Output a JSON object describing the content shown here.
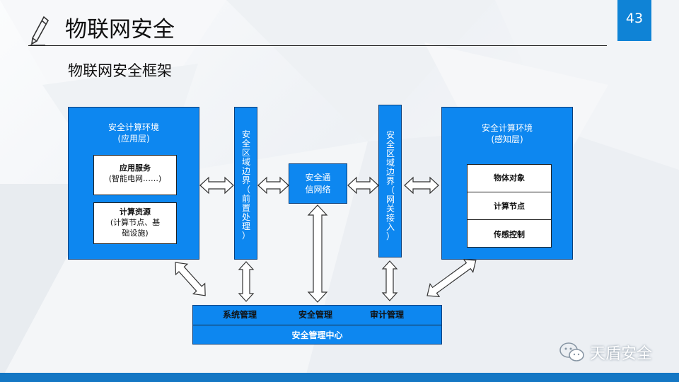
{
  "title": "物联网安全",
  "page_number": "43",
  "subtitle": "物联网安全框架",
  "watermark": "天盾安全",
  "app_layer": {
    "title_line1": "安全计算环境",
    "title_line2": "(应用层)",
    "service_title": "应用服务",
    "service_sub": "(智能电网……)",
    "resource_title": "计算资源",
    "resource_sub1": "(计算节点、基",
    "resource_sub2": "础设施)"
  },
  "boundary_left": [
    "安",
    "全",
    "区",
    "域",
    "边",
    "界",
    "（",
    "前",
    "置",
    "处",
    "理",
    "）"
  ],
  "network": {
    "line1": "安全通",
    "line2": "信网络"
  },
  "boundary_right": [
    "安",
    "全",
    "区",
    "域",
    "边",
    "界",
    "（",
    "网",
    "关",
    "接",
    "入",
    "）"
  ],
  "perception_layer": {
    "title_line1": "安全计算环境",
    "title_line2": "(感知层)",
    "items": [
      "物体对象",
      "计算节点",
      "传感控制"
    ]
  },
  "management": {
    "items": [
      "系统管理",
      "安全管理",
      "审计管理"
    ],
    "center": "安全管理中心"
  },
  "colors": {
    "primary_blue": "#0d87f0",
    "badge_blue": "#0f83d6",
    "bar_blue": "#1477c4"
  }
}
